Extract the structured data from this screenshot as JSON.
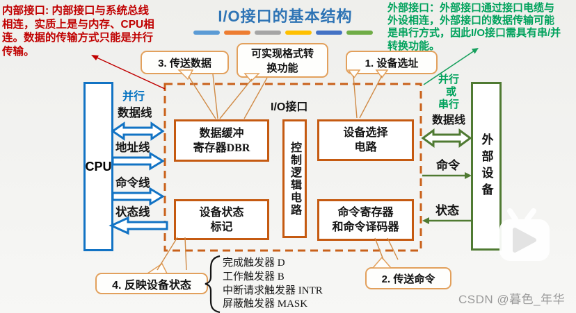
{
  "slide_title": "I/O接口的基本结构",
  "title_dash_colors": [
    "#5B9BD5",
    "#ED7D31",
    "#A5A5A5",
    "#FFC000",
    "#4472C4",
    "#70AD47"
  ],
  "notes": {
    "internal": {
      "lines": [
        "内部接口: 内部接口与系统总线",
        "相连，实质上是与内存、CPU相",
        "连。数据的传输方式只能是并行",
        "传输。"
      ]
    },
    "external": {
      "lines": [
        "外部接口：外部接口通过接口电缆与",
        "外设相连，外部接口的数据传输可能",
        "是串行方式，因此I/O接口需具有串/并",
        "转换功能。"
      ]
    }
  },
  "callouts": {
    "transfer_data": "3. 传送数据",
    "format_conversion": "可实现格式转换功能",
    "device_addressing": "1. 设备选址",
    "reflect_device_status": "4. 反映设备状态",
    "send_command": "2. 传送命令"
  },
  "interface": {
    "label": "I/O接口",
    "cpu": "CPU",
    "parallel": "并行",
    "bus_labels": [
      "数据线",
      "地址线",
      "命令线",
      "状态线"
    ],
    "data_buffer_line1": "数据缓冲",
    "data_buffer_line2": "寄存器DBR",
    "device_status_line1": "设备状态",
    "device_status_line2": "标记",
    "control_logic": "控制逻辑电路",
    "device_select_line1": "设备选择",
    "device_select_line2": "电路",
    "command_reg_line1": "命令寄存器",
    "command_reg_line2": "和命令译码器"
  },
  "peripheral": {
    "mode_line1": "并行",
    "mode_line2": "或",
    "mode_line3": "串行",
    "data_label": "数据线",
    "command_label": "命令",
    "status_label": "状态",
    "device_label": "外部设备"
  },
  "flipflops": [
    "完成触发器 D",
    "工作触发器 B",
    "中断请求触发器 INTR",
    "屏蔽触发器 MASK"
  ],
  "watermark": {
    "csdn": "CSDN @暮色_年华"
  },
  "colors": {
    "orange_box": "#C55A11",
    "callout_border": "#E2A05C",
    "blue": "#1273C4",
    "green_box": "#4F7A32",
    "note_red": "#C00000",
    "note_green": "#00A25C",
    "title_blue": "#2E74B5"
  }
}
